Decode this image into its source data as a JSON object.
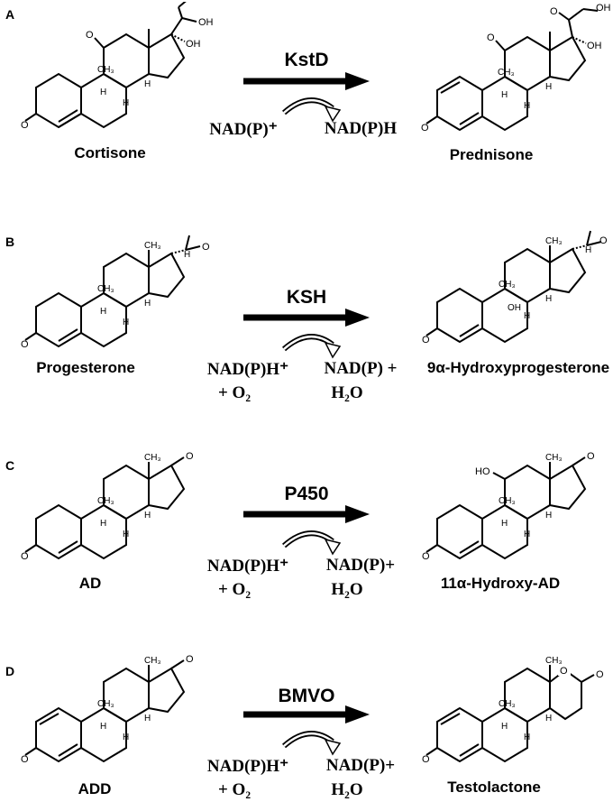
{
  "panels": [
    {
      "label": "A",
      "substrate": "Cortisone",
      "product": "Prednisone",
      "enzyme": "KstD",
      "cofactor_in": [
        "NAD(P)⁺"
      ],
      "cofactor_out": [
        "NAD(P)H"
      ],
      "sub_atoms": [
        "OH",
        "OH",
        "O",
        "CH₃",
        "H",
        "H",
        "H",
        "O"
      ],
      "prod_atoms": [
        "OH",
        "O",
        "OH",
        "O",
        "CH₃",
        "H",
        "H",
        "H",
        "O"
      ]
    },
    {
      "label": "B",
      "substrate": "Progesterone",
      "product": "9α-Hydroxyprogesterone",
      "enzyme": "KSH",
      "cofactor_in": [
        "NAD(P)H⁺",
        "+ O₂"
      ],
      "cofactor_out": [
        "NAD(P) +",
        "H₂O"
      ],
      "sub_atoms": [
        "O",
        "CH₃",
        "H",
        "CH₃",
        "H",
        "H",
        "H",
        "O"
      ],
      "prod_atoms": [
        "O",
        "CH₃",
        "H",
        "CH₃",
        "OH",
        "H",
        "H",
        "O"
      ]
    },
    {
      "label": "C",
      "substrate": "AD",
      "product": "11α-Hydroxy-AD",
      "enzyme": "P450",
      "cofactor_in": [
        "NAD(P)H⁺",
        "+ O₂"
      ],
      "cofactor_out": [
        "NAD(P)+",
        "H₂O"
      ],
      "sub_atoms": [
        "CH₃",
        "O",
        "CH₃",
        "H",
        "H",
        "H",
        "O"
      ],
      "prod_atoms": [
        "HO",
        "CH₃",
        "O",
        "CH₃",
        "H",
        "H",
        "H",
        "O"
      ]
    },
    {
      "label": "D",
      "substrate": "ADD",
      "product": "Testolactone",
      "enzyme": "BMVO",
      "cofactor_in": [
        "NAD(P)H⁺",
        "+ O₂"
      ],
      "cofactor_out": [
        "NAD(P)+",
        "H₂O"
      ],
      "sub_atoms": [
        "CH₃",
        "O",
        "CH₃",
        "H",
        "H",
        "H",
        "O"
      ],
      "prod_atoms": [
        "CH₃",
        "O",
        "O",
        "CH₃",
        "H",
        "H",
        "H",
        "O"
      ]
    }
  ]
}
